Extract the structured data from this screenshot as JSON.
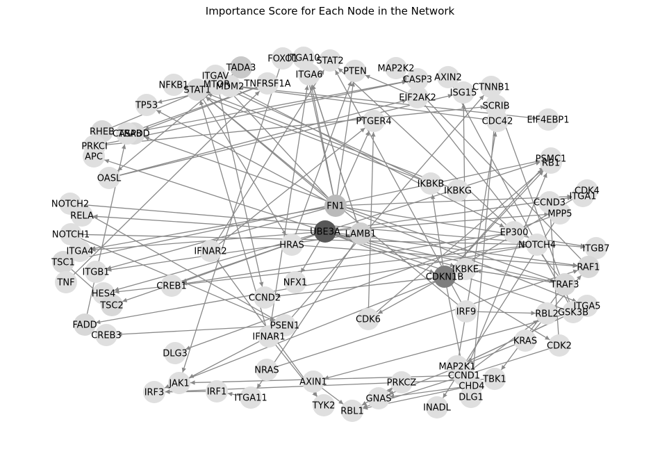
{
  "title": "Importance Score for Each Node in the Network",
  "colors": {
    "edge": "#888888",
    "node_low": "#eeeeee",
    "node_high": "#585858",
    "text": "#000000"
  },
  "nodes": [
    {
      "id": "UBE3A",
      "score": 1.0
    },
    {
      "id": "CDKN1B",
      "score": 0.75
    },
    {
      "id": "FN1",
      "score": 0.35
    },
    {
      "id": "LAMB1",
      "score": 0.2
    },
    {
      "id": "TADA3",
      "score": 0.25
    },
    {
      "id": "FOXO1",
      "score": 0.1
    },
    {
      "id": "ITGA10",
      "score": 0.1
    },
    {
      "id": "STAT2",
      "score": 0.1
    },
    {
      "id": "ITGAV",
      "score": 0.1
    },
    {
      "id": "ITGA6",
      "score": 0.1
    },
    {
      "id": "PTEN",
      "score": 0.1
    },
    {
      "id": "MAP2K2",
      "score": 0.1
    },
    {
      "id": "AXIN2",
      "score": 0.1
    },
    {
      "id": "CASP3",
      "score": 0.1
    },
    {
      "id": "NFKB1",
      "score": 0.1
    },
    {
      "id": "MTOR",
      "score": 0.1
    },
    {
      "id": "MDM2",
      "score": 0.1
    },
    {
      "id": "TNFRSF1A",
      "score": 0.1
    },
    {
      "id": "STAT1",
      "score": 0.15
    },
    {
      "id": "CTNNB1",
      "score": 0.1
    },
    {
      "id": "ISG15",
      "score": 0.1
    },
    {
      "id": "EIF2AK2",
      "score": 0.1
    },
    {
      "id": "TP53",
      "score": 0.1
    },
    {
      "id": "SCRIB",
      "score": 0.1
    },
    {
      "id": "PTGER4",
      "score": 0.1
    },
    {
      "id": "CDC42",
      "score": 0.1
    },
    {
      "id": "EIF4EBP1",
      "score": 0.1
    },
    {
      "id": "RHEB",
      "score": 0.15
    },
    {
      "id": "TRADD",
      "score": 0.15
    },
    {
      "id": "CASP8",
      "score": 0.1
    },
    {
      "id": "PRKCI",
      "score": 0.1
    },
    {
      "id": "APC",
      "score": 0.1
    },
    {
      "id": "OASL",
      "score": 0.1
    },
    {
      "id": "PSMC1",
      "score": 0.1
    },
    {
      "id": "RB1",
      "score": 0.1
    },
    {
      "id": "IKBKB",
      "score": 0.1
    },
    {
      "id": "IKBKG",
      "score": 0.1
    },
    {
      "id": "CDK4",
      "score": 0.1
    },
    {
      "id": "ITGA1",
      "score": 0.1
    },
    {
      "id": "NOTCH2",
      "score": 0.1
    },
    {
      "id": "CCND3",
      "score": 0.1
    },
    {
      "id": "MPP5",
      "score": 0.1
    },
    {
      "id": "RELA",
      "score": 0.1
    },
    {
      "id": "NOTCH1",
      "score": 0.1
    },
    {
      "id": "EP300",
      "score": 0.1
    },
    {
      "id": "HRAS",
      "score": 0.1
    },
    {
      "id": "NOTCH4",
      "score": 0.1
    },
    {
      "id": "ITGB7",
      "score": 0.1
    },
    {
      "id": "IFNAR2",
      "score": 0.1
    },
    {
      "id": "ITGA4",
      "score": 0.1
    },
    {
      "id": "TSC1",
      "score": 0.15
    },
    {
      "id": "ITGB1",
      "score": 0.1
    },
    {
      "id": "IKBKE",
      "score": 0.1
    },
    {
      "id": "RAF1",
      "score": 0.15
    },
    {
      "id": "TNF",
      "score": 0.1
    },
    {
      "id": "NFX1",
      "score": 0.1
    },
    {
      "id": "CREB1",
      "score": 0.1
    },
    {
      "id": "TRAF3",
      "score": 0.15
    },
    {
      "id": "HES4",
      "score": 0.1
    },
    {
      "id": "TSC2",
      "score": 0.15
    },
    {
      "id": "CCND2",
      "score": 0.1
    },
    {
      "id": "ITGA5",
      "score": 0.1
    },
    {
      "id": "IRF9",
      "score": 0.1
    },
    {
      "id": "GSK3B",
      "score": 0.1
    },
    {
      "id": "RBL2",
      "score": 0.1
    },
    {
      "id": "CDK6",
      "score": 0.1
    },
    {
      "id": "PSEN1",
      "score": 0.1
    },
    {
      "id": "FADD",
      "score": 0.15
    },
    {
      "id": "IFNAR1",
      "score": 0.1
    },
    {
      "id": "CREB3",
      "score": 0.1
    },
    {
      "id": "KRAS",
      "score": 0.1
    },
    {
      "id": "CDK2",
      "score": 0.1
    },
    {
      "id": "DLG3",
      "score": 0.1
    },
    {
      "id": "MAP2K1",
      "score": 0.1
    },
    {
      "id": "NRAS",
      "score": 0.1
    },
    {
      "id": "CCND1",
      "score": 0.1
    },
    {
      "id": "TBK1",
      "score": 0.1
    },
    {
      "id": "JAK1",
      "score": 0.1
    },
    {
      "id": "CHD4",
      "score": 0.1
    },
    {
      "id": "AXIN1",
      "score": 0.1
    },
    {
      "id": "PRKCZ",
      "score": 0.1
    },
    {
      "id": "DLG1",
      "score": 0.1
    },
    {
      "id": "IRF3",
      "score": 0.1
    },
    {
      "id": "IRF1",
      "score": 0.1
    },
    {
      "id": "ITGA11",
      "score": 0.1
    },
    {
      "id": "GNAS",
      "score": 0.1
    },
    {
      "id": "TYK2",
      "score": 0.1
    },
    {
      "id": "RBL1",
      "score": 0.1
    },
    {
      "id": "INADL",
      "score": 0.1
    }
  ],
  "edges": [
    [
      "FN1",
      "ITGA10"
    ],
    [
      "FN1",
      "ITGA6"
    ],
    [
      "FN1",
      "PTEN"
    ],
    [
      "FN1",
      "ITGAV"
    ],
    [
      "FN1",
      "ITGA5"
    ],
    [
      "FN1",
      "ITGB1"
    ],
    [
      "FN1",
      "ITGA4"
    ],
    [
      "FN1",
      "ITGB7"
    ],
    [
      "FN1",
      "ITGA1"
    ],
    [
      "FN1",
      "STAT1"
    ],
    [
      "FN1",
      "TP53"
    ],
    [
      "FN1",
      "PTGER4"
    ],
    [
      "UBE3A",
      "TSC2"
    ],
    [
      "UBE3A",
      "CDKN1B"
    ],
    [
      "UBE3A",
      "RAF1"
    ],
    [
      "UBE3A",
      "NFX1"
    ],
    [
      "UBE3A",
      "CREB1"
    ],
    [
      "UBE3A",
      "HES4"
    ],
    [
      "UBE3A",
      "ITGA1"
    ],
    [
      "UBE3A",
      "TRAF3"
    ],
    [
      "UBE3A",
      "RELA"
    ],
    [
      "UBE3A",
      "MPP5"
    ],
    [
      "UBE3A",
      "IKBKE"
    ],
    [
      "UBE3A",
      "PSMC1"
    ],
    [
      "UBE3A",
      "ITGA4"
    ],
    [
      "CDKN1B",
      "CDK2"
    ],
    [
      "CDKN1B",
      "CCND1"
    ],
    [
      "CDKN1B",
      "IKBKB"
    ],
    [
      "CDKN1B",
      "CDK4"
    ],
    [
      "CDKN1B",
      "RB1"
    ],
    [
      "CDKN1B",
      "PSMC1"
    ],
    [
      "CDKN1B",
      "CCND2"
    ],
    [
      "CDKN1B",
      "CDK6"
    ],
    [
      "LAMB1",
      "ITGA6"
    ],
    [
      "LAMB1",
      "ITGB1"
    ],
    [
      "LAMB1",
      "ITGA10"
    ],
    [
      "LAMB1",
      "ITGA11"
    ],
    [
      "IFNAR2",
      "TYK2"
    ],
    [
      "IFNAR2",
      "PTGER4"
    ],
    [
      "IFNAR2",
      "STAT2"
    ],
    [
      "IFNAR1",
      "JAK1"
    ],
    [
      "IFNAR1",
      "TYK2"
    ],
    [
      "IFNAR1",
      "STAT1"
    ],
    [
      "IFNAR1",
      "ITGA6"
    ],
    [
      "IRF9",
      "STAT2"
    ],
    [
      "IRF9",
      "STAT1"
    ],
    [
      "IRF9",
      "RBL2"
    ],
    [
      "NOTCH2",
      "ITGB7"
    ],
    [
      "NOTCH1",
      "NOTCH4"
    ],
    [
      "NOTCH1",
      "PSEN1"
    ],
    [
      "NOTCH4",
      "FADD"
    ],
    [
      "NOTCH4",
      "HES4"
    ],
    [
      "PSEN1",
      "CREB3"
    ],
    [
      "PSEN1",
      "NOTCH2"
    ],
    [
      "PSEN1",
      "CTNNB1"
    ],
    [
      "GSK3B",
      "AXIN1"
    ],
    [
      "GSK3B",
      "AXIN2"
    ],
    [
      "GSK3B",
      "CTNNB1"
    ],
    [
      "GSK3B",
      "APC"
    ],
    [
      "GSK3B",
      "MAP2K1"
    ],
    [
      "TRAF3",
      "TBK1"
    ],
    [
      "TRAF3",
      "IKBKE"
    ],
    [
      "TRAF3",
      "TRADD"
    ],
    [
      "TRAF3",
      "MAP2K2"
    ],
    [
      "TBK1",
      "IRF3"
    ],
    [
      "IKBKE",
      "IRF3"
    ],
    [
      "IKBKE",
      "ISG15"
    ],
    [
      "IKBKB",
      "NFKB1"
    ],
    [
      "IKBKB",
      "MTOR"
    ],
    [
      "IKBKG",
      "STAT1"
    ],
    [
      "TNF",
      "TNFRSF1A"
    ],
    [
      "TNFRSF1A",
      "TRADD"
    ],
    [
      "TNFRSF1A",
      "CASP8"
    ],
    [
      "CASP8",
      "CASP3"
    ],
    [
      "FADD",
      "CASP8"
    ],
    [
      "TSC1",
      "TSC2"
    ],
    [
      "TSC1",
      "PSMC1"
    ],
    [
      "RHEB",
      "MTOR"
    ],
    [
      "MTOR",
      "EIF4EBP1"
    ],
    [
      "MDM2",
      "TP53"
    ],
    [
      "MDM2",
      "EP300"
    ],
    [
      "EP300",
      "CREB1"
    ],
    [
      "EP300",
      "STAT2"
    ],
    [
      "KRAS",
      "RAF1"
    ],
    [
      "KRAS",
      "GNAS"
    ],
    [
      "NRAS",
      "RAF1"
    ],
    [
      "HRAS",
      "RAF1"
    ],
    [
      "HRAS",
      "PTEN"
    ],
    [
      "RAF1",
      "MAP2K2"
    ],
    [
      "MAP2K1",
      "CDC42"
    ],
    [
      "CDK2",
      "RBL1"
    ],
    [
      "CDK2",
      "CCND3"
    ],
    [
      "CDK6",
      "RB1"
    ],
    [
      "CDK6",
      "PTGER4"
    ],
    [
      "CCND1",
      "RBL2"
    ],
    [
      "CCND1",
      "RB1"
    ],
    [
      "CCND1",
      "JAK1"
    ],
    [
      "CHD4",
      "GNAS"
    ],
    [
      "CHD4",
      "RBL1"
    ],
    [
      "PRKCZ",
      "RBL1"
    ],
    [
      "PRKCI",
      "SCRIB"
    ],
    [
      "PRKCI",
      "CASP3"
    ],
    [
      "SCRIB",
      "DLG1"
    ],
    [
      "MPP5",
      "INADL"
    ],
    [
      "MPP5",
      "DLG3"
    ],
    [
      "OASL",
      "ISG15"
    ],
    [
      "OASL",
      "EIF2AK2"
    ],
    [
      "EIF2AK2",
      "PTEN"
    ],
    [
      "IRF1",
      "IRF3"
    ],
    [
      "ITGA11",
      "IRF1"
    ],
    [
      "AXIN1",
      "RBL1"
    ],
    [
      "GNAS",
      "PRKCZ"
    ],
    [
      "ITGAV",
      "CCND2"
    ],
    [
      "FOXO1",
      "JAK1"
    ],
    [
      "TADA3",
      "OASL"
    ],
    [
      "CDC42",
      "MTOR"
    ],
    [
      "STAT1",
      "HRAS"
    ],
    [
      "ITGA5",
      "MAP2K1"
    ],
    [
      "RBL2",
      "ITGA5"
    ]
  ]
}
